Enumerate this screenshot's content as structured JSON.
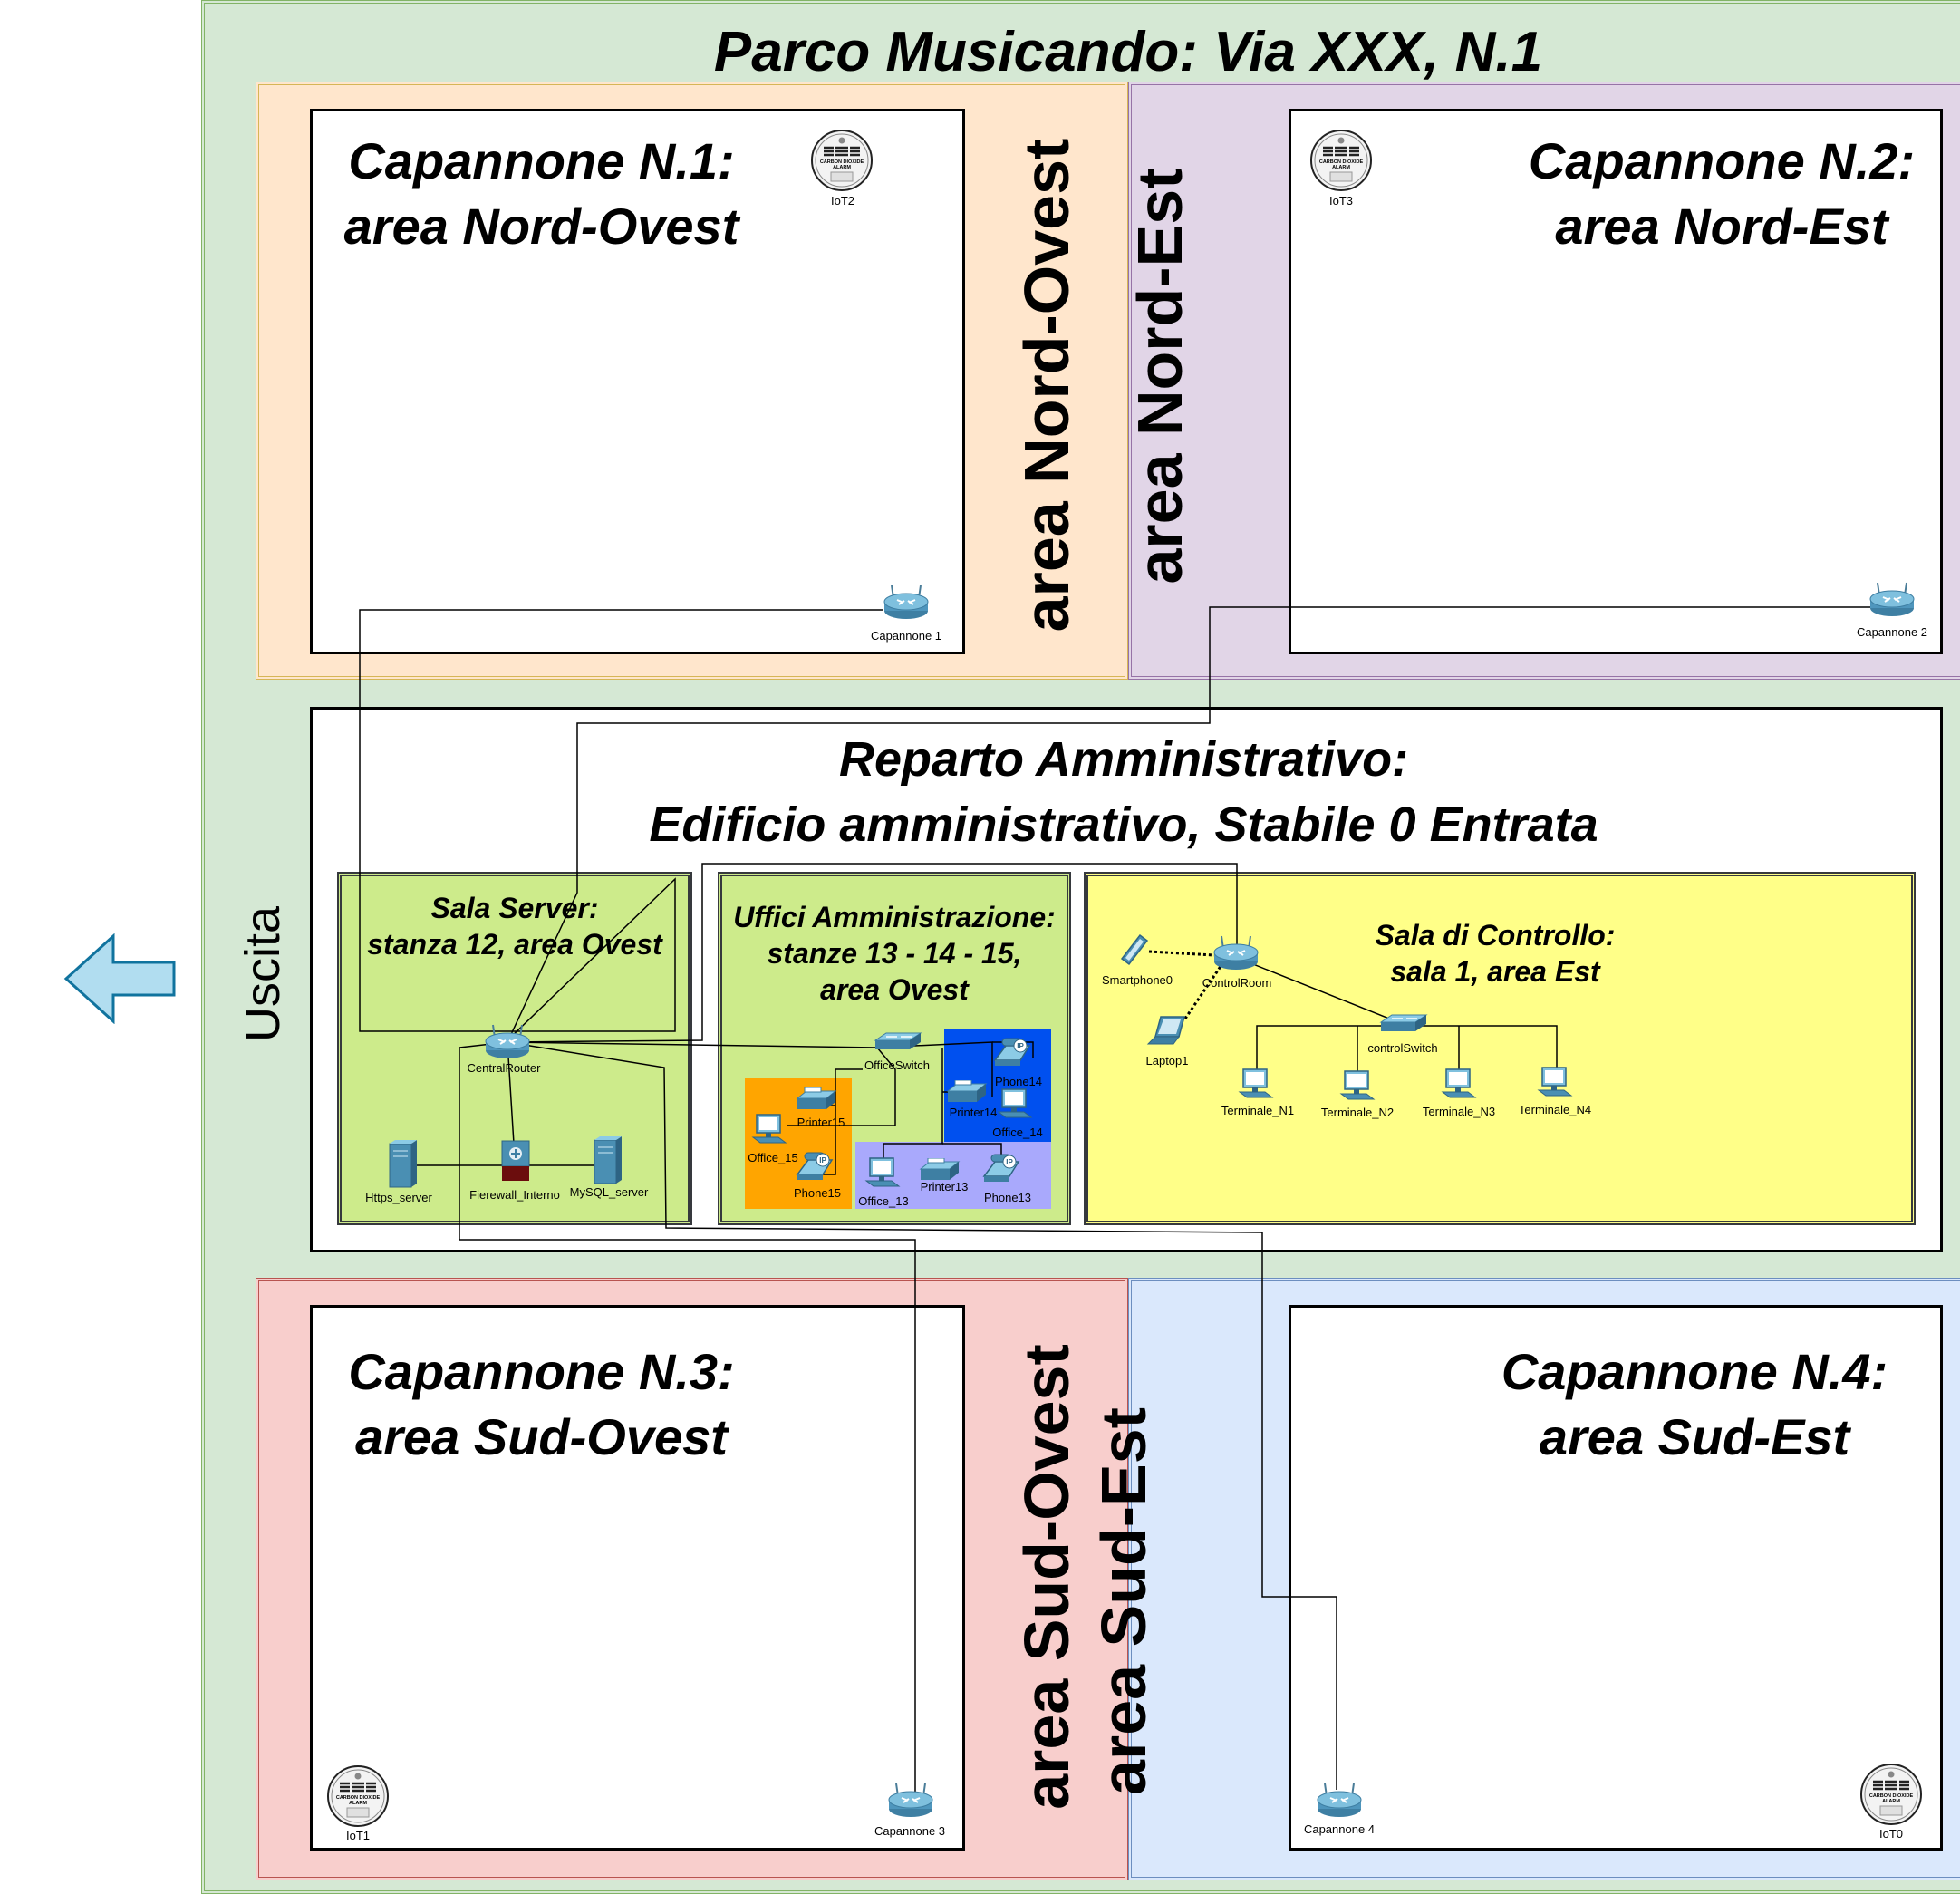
{
  "park_title": "Parco Musicando: Via XXX, N.1",
  "exit_label": "Uscita",
  "areas": {
    "nord_ovest": "area Nord-Ovest",
    "nord_est": "area Nord-Est",
    "sud_ovest": "area Sud-Ovest",
    "sud_est": "area Sud-Est"
  },
  "capannoni": [
    {
      "title_line1": "Capannone N.1:",
      "title_line2": "area Nord-Ovest",
      "router": "Capannone 1",
      "iot": "IoT2"
    },
    {
      "title_line1": "Capannone N.2:",
      "title_line2": "area Nord-Est",
      "router": "Capannone 2",
      "iot": "IoT3"
    },
    {
      "title_line1": "Capannone N.3:",
      "title_line2": "area Sud-Ovest",
      "router": "Capannone 3",
      "iot": "IoT1"
    },
    {
      "title_line1": "Capannone N.4:",
      "title_line2": "area Sud-Est",
      "router": "Capannone 4",
      "iot": "IoT0"
    }
  ],
  "admin": {
    "title_line1": "Reparto Amministrativo:",
    "title_line2": "Edificio amministrativo, Stabile 0 Entrata"
  },
  "server_room": {
    "title_line1": "Sala Server:",
    "title_line2": "stanza 12, area Ovest",
    "devices": [
      "CentralRouter",
      "Https_server",
      "Fierewall_Interno",
      "MySQL_server"
    ]
  },
  "offices": {
    "title_line1": "Uffici Amministrazione:",
    "title_line2": "stanze 13 - 14 - 15,",
    "title_line3": "area Ovest",
    "devices": [
      "OfficeSwitch",
      "Phone14",
      "Printer14",
      "Office_14",
      "Printer15",
      "Office_15",
      "Phone15",
      "Office_13",
      "Printer13",
      "Phone13"
    ]
  },
  "control_room": {
    "title_line1": "Sala di Controllo:",
    "title_line2": "sala 1, area Est",
    "devices": [
      "Smartphone0",
      "ControlRoom",
      "Laptop1",
      "controlSwitch",
      "Terminale_N1",
      "Terminale_N2",
      "Terminale_N3",
      "Terminale_N4"
    ]
  },
  "alarm_text": [
    "CARBON DIOXIDE",
    "ALARM"
  ],
  "icons": [
    "router-icon",
    "switch-icon",
    "server-icon",
    "firewall-icon",
    "pc-icon",
    "printer-icon",
    "ip-phone-icon",
    "laptop-icon",
    "smartphone-icon",
    "co2-alarm-icon",
    "exit-arrow-icon"
  ],
  "colors": {
    "park_bg": "#d5e8d4",
    "park_border": "#82b366",
    "nw_bg": "#ffe6cc",
    "nw_border": "#d6b656",
    "ne_bg": "#e1d5e7",
    "ne_border": "#9673a6",
    "sw_bg": "#f8cecc",
    "sw_border": "#b85450",
    "se_bg": "#dae8fc",
    "se_border": "#6c8ebf",
    "room_green": "#cdeb8b",
    "room_yellow": "#ffff88",
    "office15": "#ffa500",
    "office14": "#0050ef",
    "office13": "#a9a9fc",
    "arrow": "#b1ddf0",
    "arrow_border": "#10739e"
  }
}
